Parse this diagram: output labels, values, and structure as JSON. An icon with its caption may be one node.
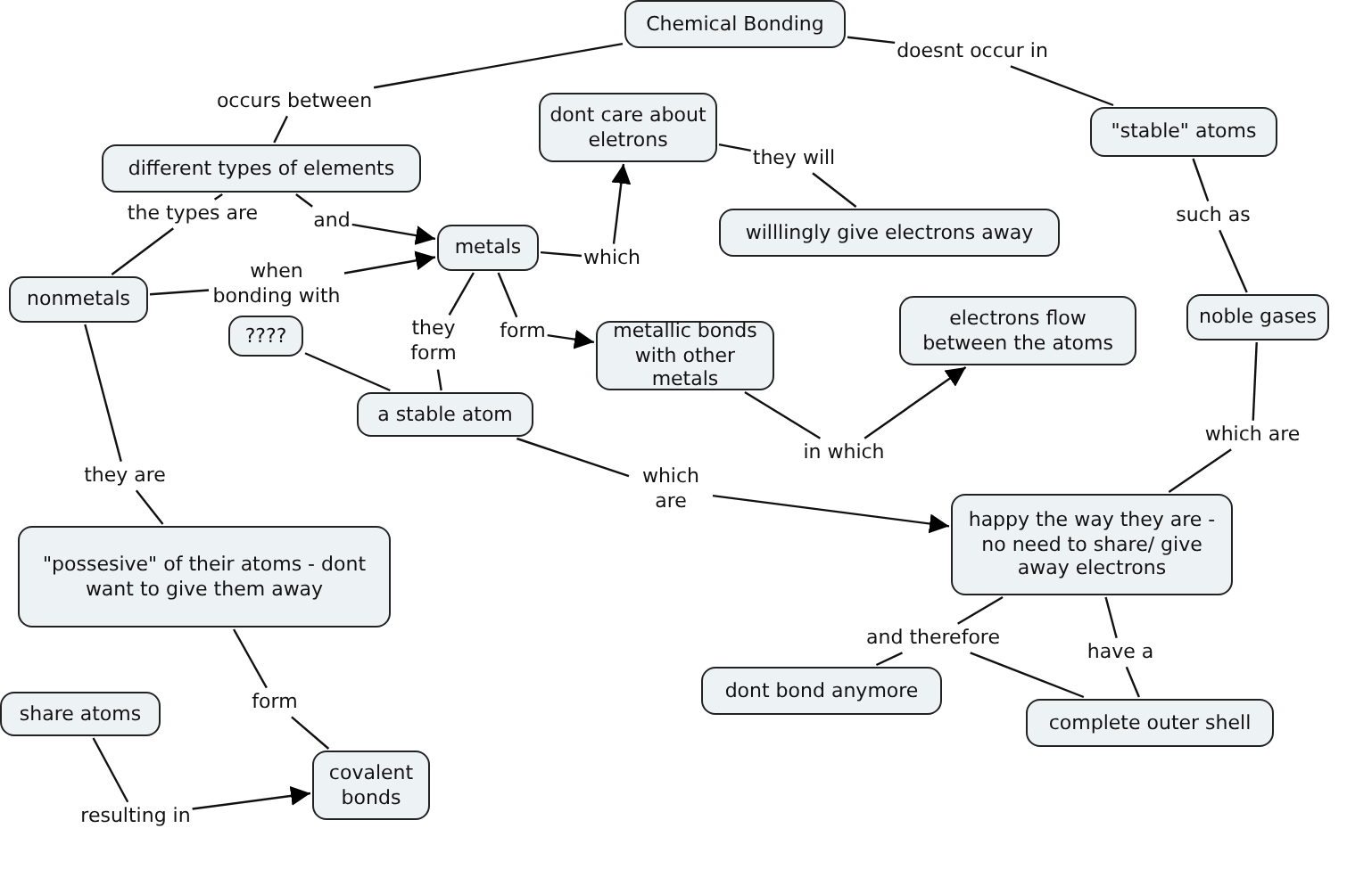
{
  "diagram": {
    "nodes": [
      {
        "text": [
          "Chemical Bonding"
        ]
      },
      {
        "text": [
          "doesnt occur in"
        ]
      },
      {
        "text": [
          "occurs between"
        ]
      },
      {
        "text": [
          "dont care about eletrons"
        ]
      },
      {
        "text": [
          "\"stable\" atoms"
        ]
      },
      {
        "text": [
          "different types of elements"
        ]
      },
      {
        "text": [
          "they will"
        ]
      },
      {
        "text": [
          "the types are"
        ]
      },
      {
        "text": [
          "and"
        ]
      },
      {
        "text": [
          "willlingly give electrons away"
        ]
      },
      {
        "text": [
          "such as"
        ]
      },
      {
        "text": [
          "metals"
        ]
      },
      {
        "text": [
          "which"
        ]
      },
      {
        "text": [
          "when bonding with"
        ]
      },
      {
        "text": [
          "nonmetals"
        ]
      },
      {
        "text": [
          "electrons flow between the atoms"
        ]
      },
      {
        "text": [
          "noble gases"
        ]
      },
      {
        "text": [
          "????"
        ]
      },
      {
        "text": [
          "they form"
        ]
      },
      {
        "text": [
          "form"
        ]
      },
      {
        "text": [
          "metallic bonds with other metals"
        ]
      },
      {
        "text": [
          "a stable atom"
        ]
      },
      {
        "text": [
          "which are"
        ]
      },
      {
        "text": [
          "in which"
        ]
      },
      {
        "text": [
          "they are"
        ]
      },
      {
        "text": [
          "which are"
        ]
      },
      {
        "text": [
          "\"possesive\" of their atoms - dont want to give them away"
        ]
      },
      {
        "text": [
          "happy the way they are - no need to share/ give away electrons"
        ]
      },
      {
        "text": [
          "and therefore"
        ]
      },
      {
        "text": [
          "have a"
        ]
      },
      {
        "text": [
          "dont bond anymore"
        ]
      },
      {
        "text": [
          "share atoms"
        ]
      },
      {
        "text": [
          "form"
        ]
      },
      {
        "text": [
          "complete outer shell"
        ]
      },
      {
        "text": [
          "covalent bonds"
        ]
      },
      {
        "text": [
          "resulting in"
        ]
      }
    ],
    "edges": [
      {
        "from": 0,
        "to": 2,
        "arrow": "none"
      },
      {
        "from": 2,
        "to": 5,
        "arrow": "none"
      },
      {
        "from": 0,
        "to": 1,
        "arrow": "none"
      },
      {
        "from": 1,
        "to": 4,
        "arrow": "none"
      },
      {
        "from": 3,
        "to": 6,
        "arrow": "none"
      },
      {
        "from": 6,
        "to": 9,
        "arrow": "none"
      },
      {
        "from": 4,
        "to": 10,
        "arrow": "none"
      },
      {
        "from": 10,
        "to": 16,
        "arrow": "none"
      },
      {
        "from": 5,
        "to": 7,
        "arrow": "none"
      },
      {
        "from": 7,
        "to": 14,
        "arrow": "none"
      },
      {
        "from": 5,
        "to": 8,
        "arrow": "none"
      },
      {
        "from": 8,
        "to": 11,
        "arrow": "to"
      },
      {
        "from": 14,
        "to": 13,
        "arrow": "none"
      },
      {
        "from": 13,
        "to": 11,
        "arrow": "to"
      },
      {
        "from": 11,
        "to": 12,
        "arrow": "none"
      },
      {
        "from": 12,
        "to": 3,
        "arrow": "to"
      },
      {
        "from": 11,
        "to": 18,
        "arrow": "none"
      },
      {
        "from": 18,
        "to": 21,
        "arrow": "none"
      },
      {
        "from": 11,
        "to": 19,
        "arrow": "none"
      },
      {
        "from": 19,
        "to": 20,
        "arrow": "to"
      },
      {
        "from": 17,
        "to": 21,
        "arrow": "none"
      },
      {
        "from": 20,
        "to": 23,
        "arrow": "none"
      },
      {
        "from": 23,
        "to": 15,
        "arrow": "to"
      },
      {
        "from": 16,
        "to": 22,
        "arrow": "none"
      },
      {
        "from": 22,
        "to": 27,
        "arrow": "none"
      },
      {
        "from": 21,
        "to": 25,
        "arrow": "none"
      },
      {
        "from": 25,
        "to": 27,
        "arrow": "to"
      },
      {
        "from": 14,
        "to": 24,
        "arrow": "none"
      },
      {
        "from": 24,
        "to": 26,
        "arrow": "none"
      },
      {
        "from": 26,
        "to": 32,
        "arrow": "none"
      },
      {
        "from": 32,
        "to": 34,
        "arrow": "none"
      },
      {
        "from": 31,
        "to": 35,
        "arrow": "none"
      },
      {
        "from": 35,
        "to": 34,
        "arrow": "to"
      },
      {
        "from": 27,
        "to": 28,
        "arrow": "none"
      },
      {
        "from": 28,
        "to": 30,
        "arrow": "none"
      },
      {
        "from": 28,
        "to": 33,
        "arrow": "none"
      },
      {
        "from": 27,
        "to": 29,
        "arrow": "none"
      },
      {
        "from": 29,
        "to": 33,
        "arrow": "none"
      }
    ]
  }
}
